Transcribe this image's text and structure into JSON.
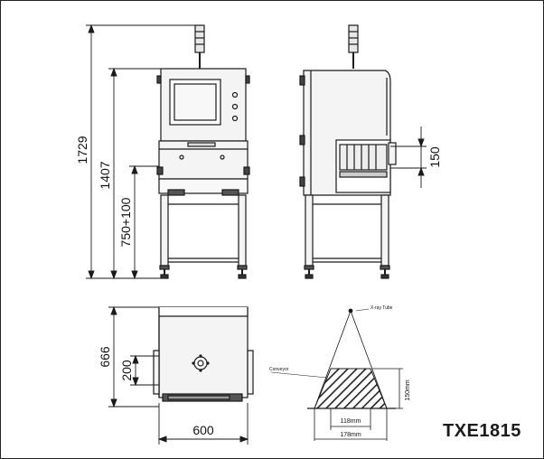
{
  "drawing": {
    "model": "TXE1815",
    "dimensions": {
      "overall_height": "1729",
      "cabinet_height": "1407",
      "conveyor_height": "750+100",
      "tunnel_height": "150",
      "depth": "666",
      "offset": "200",
      "width": "600"
    },
    "beam_diagram": {
      "source_label": "X-ray Tube",
      "conveyor_label": "Conveyor",
      "height_label": "150mm",
      "inner_width_label": "118mm",
      "outer_width_label": "178mm"
    }
  },
  "colors": {
    "line": "#1a1a1a",
    "fill": "#f2f2f2",
    "dark": "#555555"
  }
}
